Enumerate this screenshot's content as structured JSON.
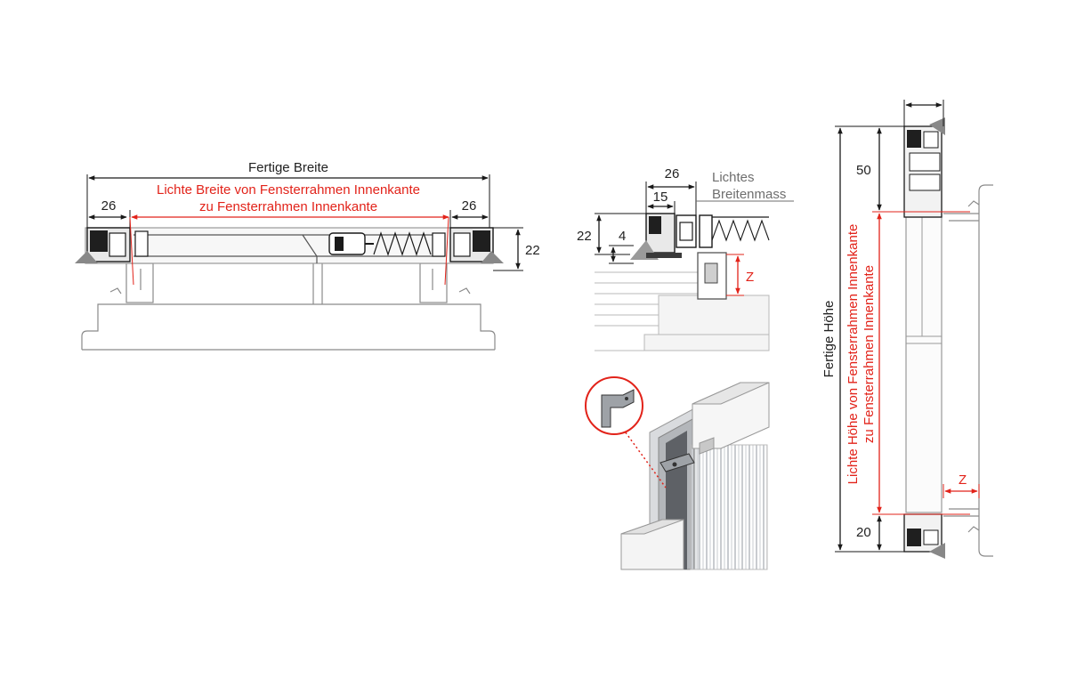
{
  "colors": {
    "accent_red": "#e2231a",
    "line_dark": "#1a1a1a",
    "line_grey": "#6e6e6e",
    "background": "#ffffff"
  },
  "width_diagram": {
    "total_label": "Fertige Breite",
    "clear_label_line1": "Lichte Breite von Fensterrahmen Innenkante",
    "clear_label_line2": "zu Fensterrahmen Innenkante",
    "left_dim": "26",
    "right_dim": "26",
    "height_dim": "22"
  },
  "detail_section": {
    "top_dim": "26",
    "inner_dim": "15",
    "clear_label_line1": "Lichtes",
    "clear_label_line2": "Breitenmass",
    "height_dim": "22",
    "step_dim": "4",
    "z_label": "Z"
  },
  "height_diagram": {
    "total_label": "Fertige Höhe",
    "clear_label_line1": "Lichte Höhe von Fensterrahmen Innenkante",
    "clear_label_line2": "zu Fensterrahmen Innenkante",
    "top_dim": "50",
    "bottom_dim": "20",
    "z_label": "Z"
  }
}
